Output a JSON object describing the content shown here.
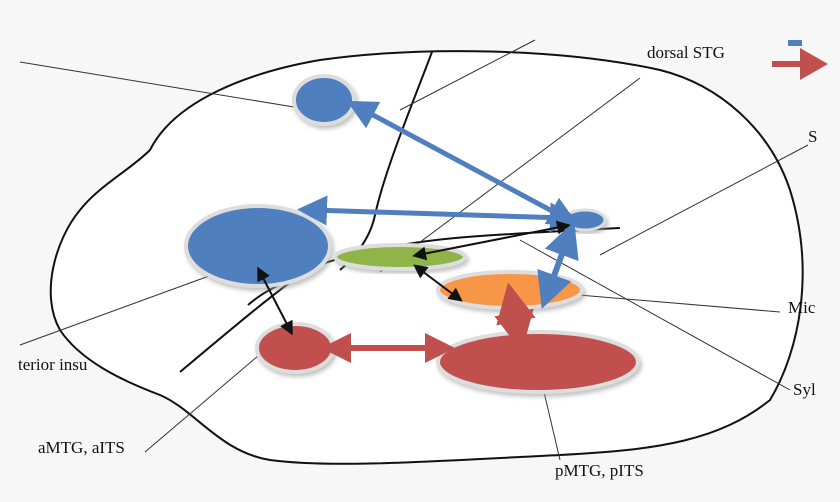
{
  "labels": {
    "dorsal_stg": "dorsal STG",
    "superior_partial": "S",
    "middle_partial": "Mic",
    "sylvian_partial": "Syl",
    "anterior_insula_partial": "terior insu",
    "amtg": "aMTG, aITS",
    "pmtg": "pMTG, pITS"
  },
  "legend": {
    "blue_color": "#4f7fbf",
    "red_color": "#c0504d"
  },
  "colors": {
    "blue": "#4f7fbf",
    "red": "#c0504d",
    "green": "#8fb54a",
    "orange": "#f79646",
    "black": "#111111"
  }
}
